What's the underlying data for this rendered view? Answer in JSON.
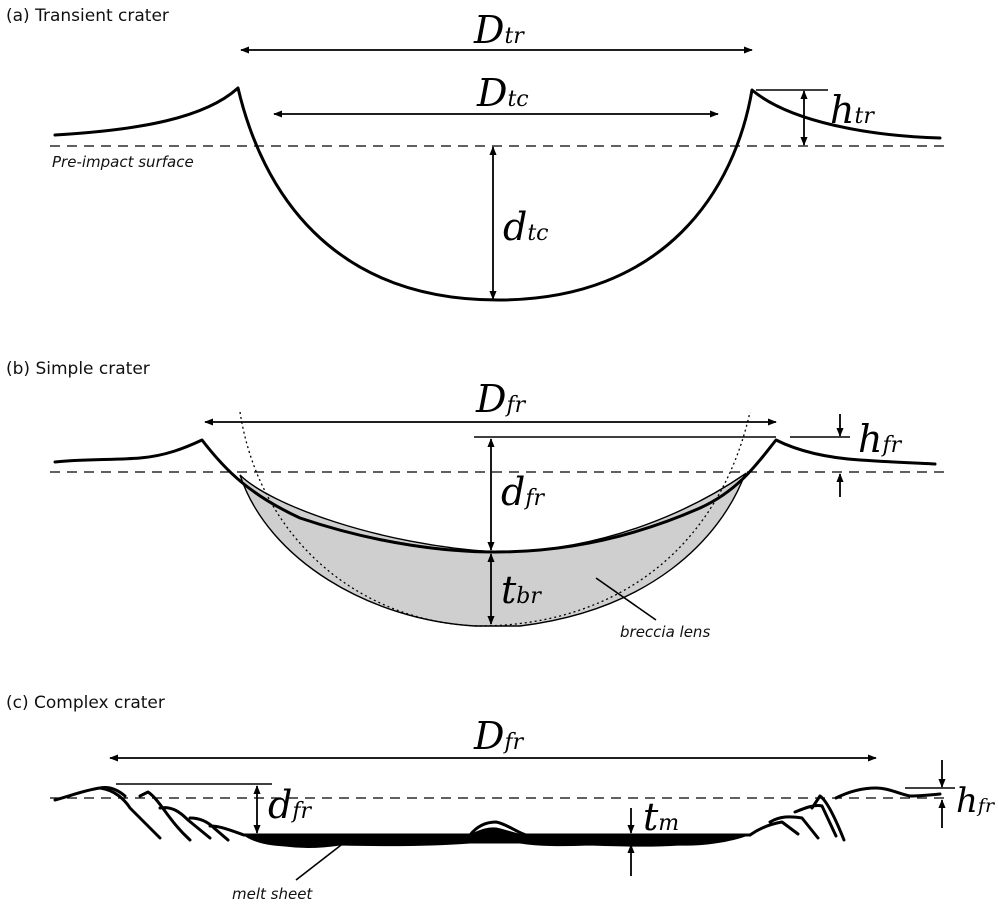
{
  "panels": {
    "a": {
      "title": "(a) Transient crater",
      "labels": {
        "D_tr": {
          "main": "D",
          "sub": "tr"
        },
        "D_tc": {
          "main": "D",
          "sub": "tc"
        },
        "h_tr": {
          "main": "h",
          "sub": "tr"
        },
        "d_tc": {
          "main": "d",
          "sub": "tc"
        }
      },
      "surface_note": "Pre-impact surface"
    },
    "b": {
      "title": "(b) Simple crater",
      "labels": {
        "D_fr": {
          "main": "D",
          "sub": "fr"
        },
        "h_fr": {
          "main": "h",
          "sub": "fr"
        },
        "d_fr": {
          "main": "d",
          "sub": "fr"
        },
        "t_br": {
          "main": "t",
          "sub": "br"
        }
      },
      "breccia_note": "breccia lens",
      "colors": {
        "breccia_fill": "#cfcfcf"
      }
    },
    "c": {
      "title": "(c) Complex crater",
      "labels": {
        "D_fr": {
          "main": "D",
          "sub": "fr"
        },
        "d_fr": {
          "main": "d",
          "sub": "fr"
        },
        "t_m": {
          "main": "t",
          "sub": "m"
        },
        "h_fr": {
          "main": "h",
          "sub": "fr"
        }
      },
      "melt_note": "melt sheet",
      "colors": {
        "melt_fill": "#000000"
      }
    }
  }
}
